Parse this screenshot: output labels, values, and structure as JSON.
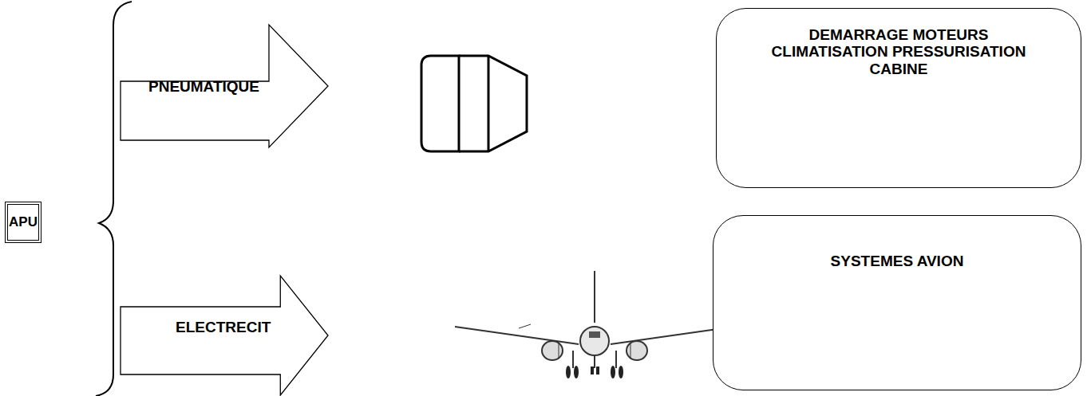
{
  "diagram": {
    "nodes": [
      {
        "text": [
          "APU"
        ]
      },
      {
        "text": [
          "PNEUMATIQUE"
        ]
      },
      {
        "text": [
          "DEMARRAGE MOTEURS CLIMATISATION PRESSURISATION  CABINE"
        ]
      },
      {
        "text": [
          "ELECTRECIT"
        ]
      },
      {
        "text": [
          "SYSTEMES AVION"
        ]
      }
    ]
  }
}
